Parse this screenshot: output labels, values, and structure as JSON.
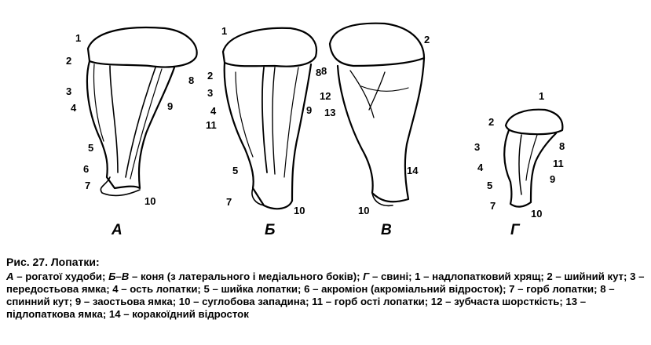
{
  "figure": {
    "panels": [
      {
        "id": "A",
        "letter": "А",
        "labels": [
          "1",
          "2",
          "3",
          "4",
          "5",
          "6",
          "7",
          "8",
          "9",
          "10"
        ]
      },
      {
        "id": "B",
        "letter": "Б",
        "labels": [
          "1",
          "2",
          "3",
          "4",
          "11",
          "5",
          "7",
          "8",
          "9",
          "10"
        ]
      },
      {
        "id": "V",
        "letter": "В",
        "labels": [
          "2",
          "8",
          "12",
          "13",
          "14",
          "10"
        ]
      },
      {
        "id": "G",
        "letter": "Г",
        "labels": [
          "1",
          "2",
          "3",
          "4",
          "5",
          "7",
          "8",
          "11",
          "9",
          "10"
        ]
      }
    ]
  },
  "caption": {
    "title": "Рис. 27. Лопатки:",
    "a_key": "А",
    "a_text": " – рогатої худоби; ",
    "bv_key": "Б–В",
    "bv_text": " – коня (з латерального і медіального боків); ",
    "g_key": "Г",
    "g_text": " – свині; 1 – надлопатковий хрящ; 2 – шийний кут; 3 – передостьова ямка; 4 – ость лопатки; 5 – шийка лопатки; 6 – акроміон (акроміальний відросток); 7 – горб лопатки; 8 – спинний кут; 9 – заостьова ямка; 10 – суглобова западина; 11 – горб ості лопатки; 12 – зубчаста шорсткість; 13 – підлопаткова ямка; 14 – коракоїдний відросток"
  }
}
